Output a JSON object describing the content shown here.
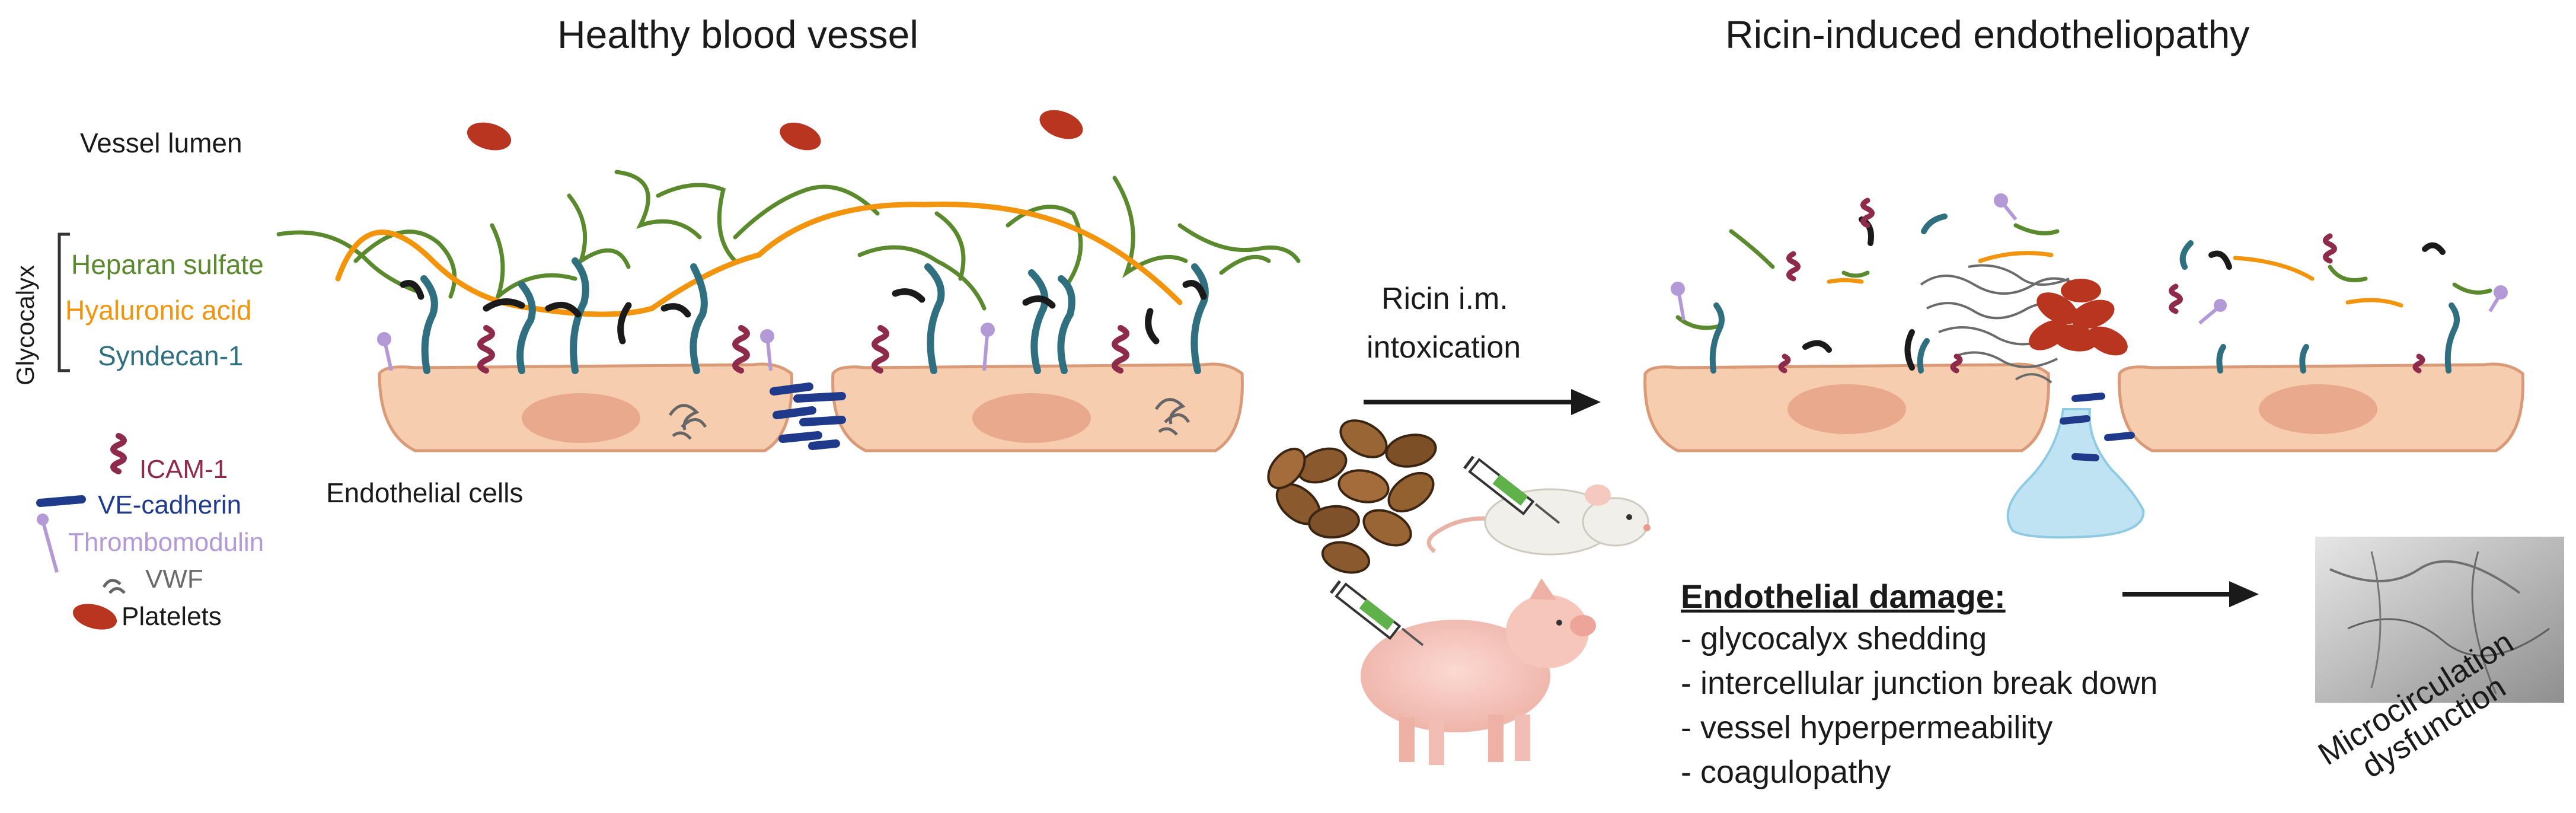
{
  "titles": {
    "healthy": "Healthy blood vessel",
    "ricin": "Ricin-induced endotheliopathy"
  },
  "labels": {
    "vessel_lumen": "Vessel lumen",
    "endothelial_cells": "Endothelial cells",
    "glycocalyx": "Glycocalyx",
    "ricin_line1": "Ricin i.m.",
    "ricin_line2": "intoxication"
  },
  "glycocalyx_components": [
    {
      "label": "Heparan sulfate",
      "color": "#5b8a2e"
    },
    {
      "label": "Hyaluronic acid",
      "color": "#f2940c"
    },
    {
      "label": "Syndecan-1",
      "color": "#2f6f80"
    }
  ],
  "legend": [
    {
      "label": "ICAM-1",
      "color": "#8e2a4a",
      "icon": "icam-icon"
    },
    {
      "label": "VE-cadherin",
      "color": "#1f3a8a",
      "icon": "ve-cadherin-icon"
    },
    {
      "label": "Thrombomodulin",
      "color": "#b39ad6",
      "icon": "thrombomodulin-icon"
    },
    {
      "label": "VWF",
      "color": "#6b6b6b",
      "icon": "vwf-icon"
    },
    {
      "label": "Platelets",
      "color": "#b8361f",
      "icon": "platelet-icon"
    }
  ],
  "damage": {
    "heading": "Endothelial damage:",
    "items": [
      "- glycocalyx shedding",
      "- intercellular junction break down",
      "- vessel hyperpermeability",
      "- coagulopathy"
    ]
  },
  "microcirculation": {
    "line1": "Microcirculation",
    "line2": "dysfunction"
  },
  "colors": {
    "cell_fill": "#f7cdb0",
    "cell_stroke": "#d99a78",
    "nucleus": "#e8a98c",
    "heparan": "#5b8a2e",
    "hyaluronic": "#f2940c",
    "syndecan": "#2f6f80",
    "icam": "#8e2a4a",
    "vecadherin": "#1f3a8a",
    "thrombomodulin": "#b39ad6",
    "platelet": "#b8361f",
    "leak": "#bfe3f2"
  }
}
